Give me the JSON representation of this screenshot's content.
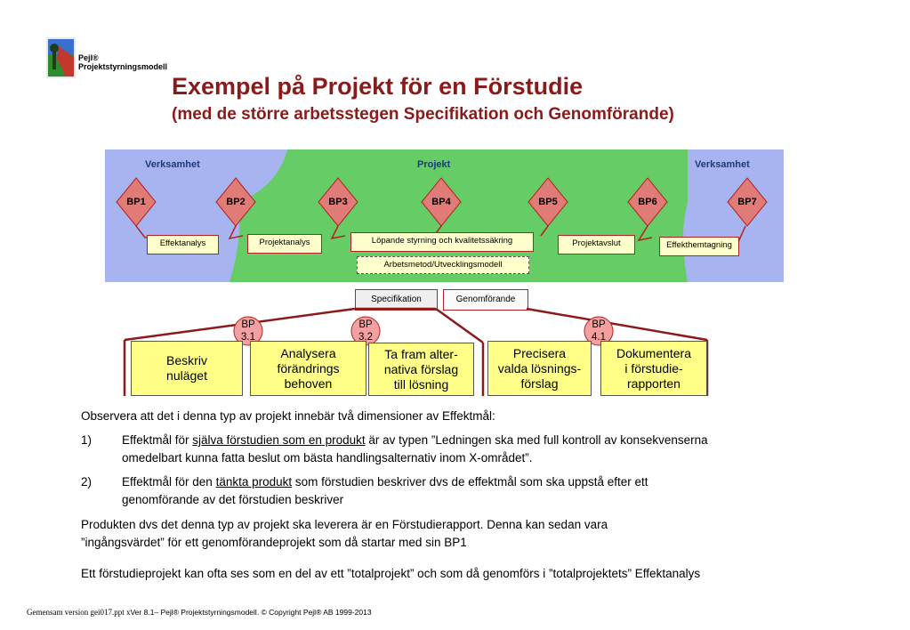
{
  "header": {
    "brand_line1": "Pejl®",
    "brand_line2": "Projektstyrningsmodell",
    "title": "Exempel på Projekt för en Förstudie",
    "subtitle": "(med de större arbetsstegen Specifikation och Genomförande)"
  },
  "diagram": {
    "zone_left": "Verksamhet",
    "zone_center": "Projekt",
    "zone_right": "Verksamhet",
    "bps": [
      "BP1",
      "BP2",
      "BP3",
      "BP4",
      "BP5",
      "BP6",
      "BP7"
    ],
    "phases": {
      "effektanalys": "Effektanalys",
      "projektanalys": "Projektanalys",
      "lopande": "Löpande styrning och kvalitetssäkring",
      "arbetsmetod": "Arbetsmetod/Utvecklingsmodell",
      "projektavslut": "Projektavslut",
      "effekthemtagning": "Effekthemtagning"
    },
    "colors": {
      "verksamhet": "#a7b4f0",
      "projekt": "#66cc66",
      "bp_diamond": "#e07b78",
      "phase_box": "#ffffcc",
      "line": "#b22222"
    }
  },
  "tabs": {
    "specifikation": "Specifikation",
    "genomforande": "Genomförande"
  },
  "steps": {
    "bp31_a": "BP",
    "bp31_b": "3.1",
    "bp32_a": "BP",
    "bp32_b": "3.2",
    "bp41_a": "BP",
    "bp41_b": "4.1",
    "s1": [
      "Beskriv",
      "nuläget"
    ],
    "s2": [
      "Analysera",
      "förändrings",
      "behoven"
    ],
    "s3": [
      "Ta fram alter-",
      "nativa förslag",
      "till lösning"
    ],
    "s4": [
      "Precisera",
      "valda lösnings-",
      "förslag"
    ],
    "s5": [
      "Dokumentera",
      "i förstudie-",
      "rapporten"
    ],
    "colors": {
      "step_box": "#ffff88",
      "bp_circle": "#f4a0a0"
    }
  },
  "body": {
    "intro": "Observera att det i denna typ av projekt innebär två dimensioner av Effektmål:",
    "item1_num": "1)",
    "item1_pre": "Effektmål för ",
    "item1_link": "själva förstudien som en produkt",
    "item1_post": " är av typen ”Ledningen ska med full kontroll av konsekvenserna",
    "item1_line2": "omedelbart kunna fatta beslut om bästa handlingsalternativ inom X-området”.",
    "item2_num": "2)",
    "item2_pre": "Effektmål för den ",
    "item2_link": "tänkta produkt",
    "item2_post": " som förstudien beskriver dvs de effektmål som ska uppstå efter ett",
    "item2_line2": "genomförande av det förstudien beskriver",
    "para1_line1": "Produkten dvs det denna typ av projekt ska leverera är en Förstudierapport. Denna kan sedan vara",
    "para1_line2": "”ingångsvärdet” för ett genomförandeprojekt som då startar med sin BP1",
    "para2": "Ett förstudieprojekt kan ofta ses som en del av ett ”totalprojekt” och som då genomförs i ”totalprojektets” Effektanalys"
  },
  "footer": {
    "part1": "Gemensam version gei017.ppt x",
    "part2": "Ver 8.1– Pejl® Projektstyrningsmodell. © Copyright Pejl® AB 1999-2013"
  }
}
